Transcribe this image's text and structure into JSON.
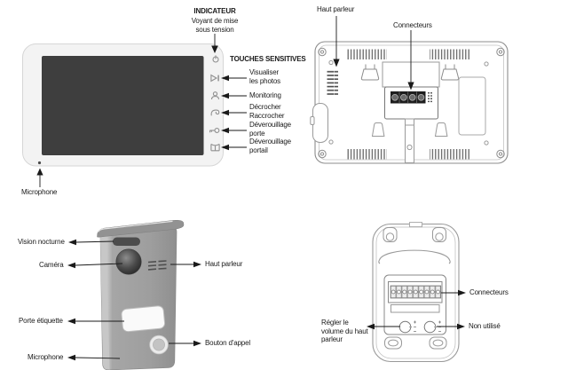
{
  "colors": {
    "screen": "#3e3e3e",
    "device_gray": "#a0a0a0",
    "line_art": "#8c8c8c",
    "label_text": "#1a1a1a"
  },
  "monitor_front": {
    "indicator_title": "INDICATEUR",
    "indicator_subtitle": "Voyant de mise\nsous tension",
    "touch_heading": "TOUCHES SENSITIVES",
    "touch_items": [
      {
        "icon": "play-pause-icon",
        "label": "Visualiser\nles photos"
      },
      {
        "icon": "person-icon",
        "label": "Monitoring"
      },
      {
        "icon": "handset-icon",
        "label": "Décrocher\nRaccrocher"
      },
      {
        "icon": "key-icon",
        "label": "Déverouillage\nporte"
      },
      {
        "icon": "gate-icon",
        "label": "Déverouillage\nportail"
      }
    ],
    "power_icon": "power-icon",
    "microphone_label": "Microphone"
  },
  "monitor_back": {
    "speaker_label": "Haut parleur",
    "connectors_label": "Connecteurs"
  },
  "door_front": {
    "night_vision_label": "Vision nocturne",
    "camera_label": "Caméra",
    "name_plate_label": "Porte étiquette",
    "microphone_label": "Microphone",
    "speaker_label": "Haut parleur",
    "call_button_label": "Bouton d'appel"
  },
  "door_back": {
    "connectors_label": "Connecteurs",
    "volume_label": "Régler le\nvolume du haut\nparleur",
    "unused_label": "Non utilisé"
  }
}
